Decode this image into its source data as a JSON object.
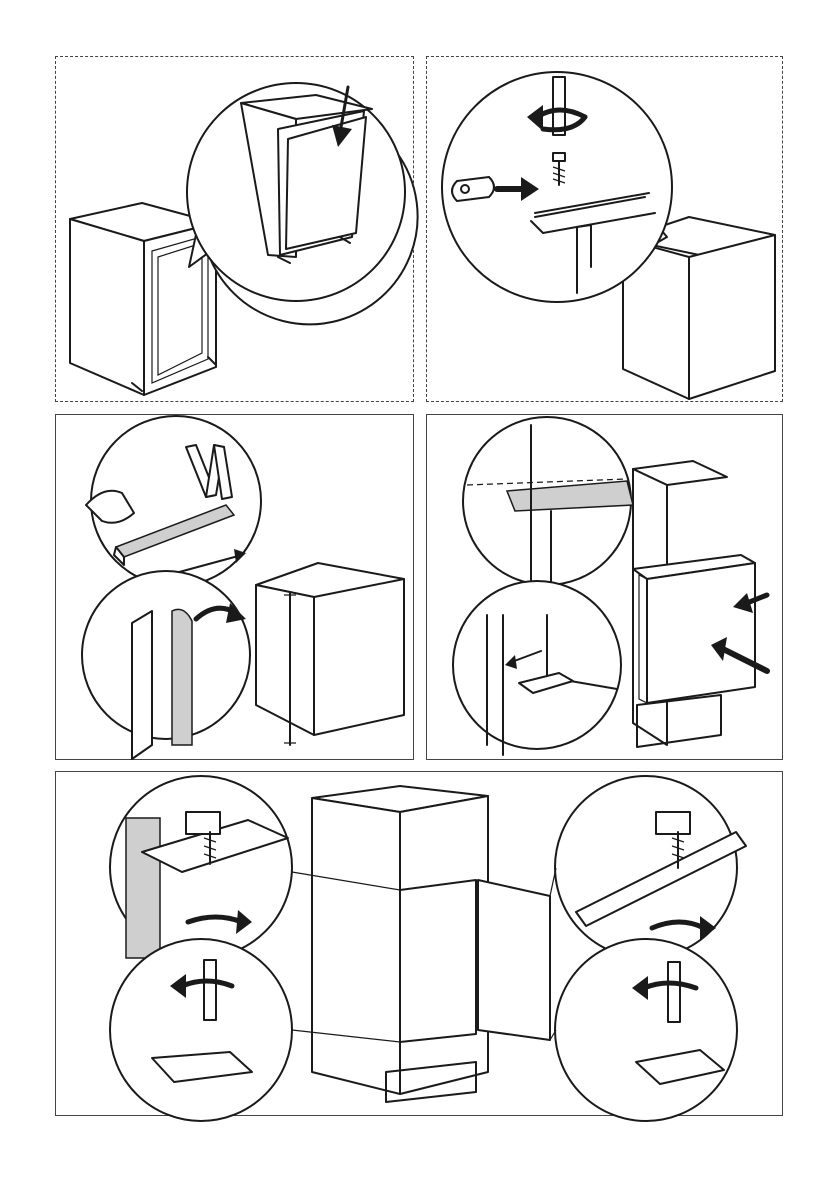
{
  "page": {
    "background": "#ffffff",
    "line_color": "#1a1a1a",
    "accent_grey": "#cfcfcf"
  },
  "steps": [
    {
      "id": "step-1",
      "frame": "dashed",
      "icons": [
        "cabinet",
        "appliance-body",
        "arrow-down"
      ]
    },
    {
      "id": "step-2",
      "frame": "dashed",
      "icons": [
        "screwdriver",
        "rotate-arrow",
        "screw",
        "bracket",
        "arrow-right",
        "appliance-body"
      ]
    },
    {
      "id": "step-3",
      "frame": "solid",
      "icons": [
        "folding-rule",
        "hand",
        "seal-strip",
        "appliance-body",
        "peel-arrow"
      ]
    },
    {
      "id": "step-4",
      "frame": "solid",
      "icons": [
        "cabinet",
        "appliance-body",
        "arrow-left",
        "gap-measure"
      ]
    },
    {
      "id": "step-5",
      "frame": "solid",
      "icons": [
        "cabinet",
        "door",
        "screwdriver",
        "screw",
        "rotate-arrow",
        "hinge-plate"
      ]
    }
  ]
}
